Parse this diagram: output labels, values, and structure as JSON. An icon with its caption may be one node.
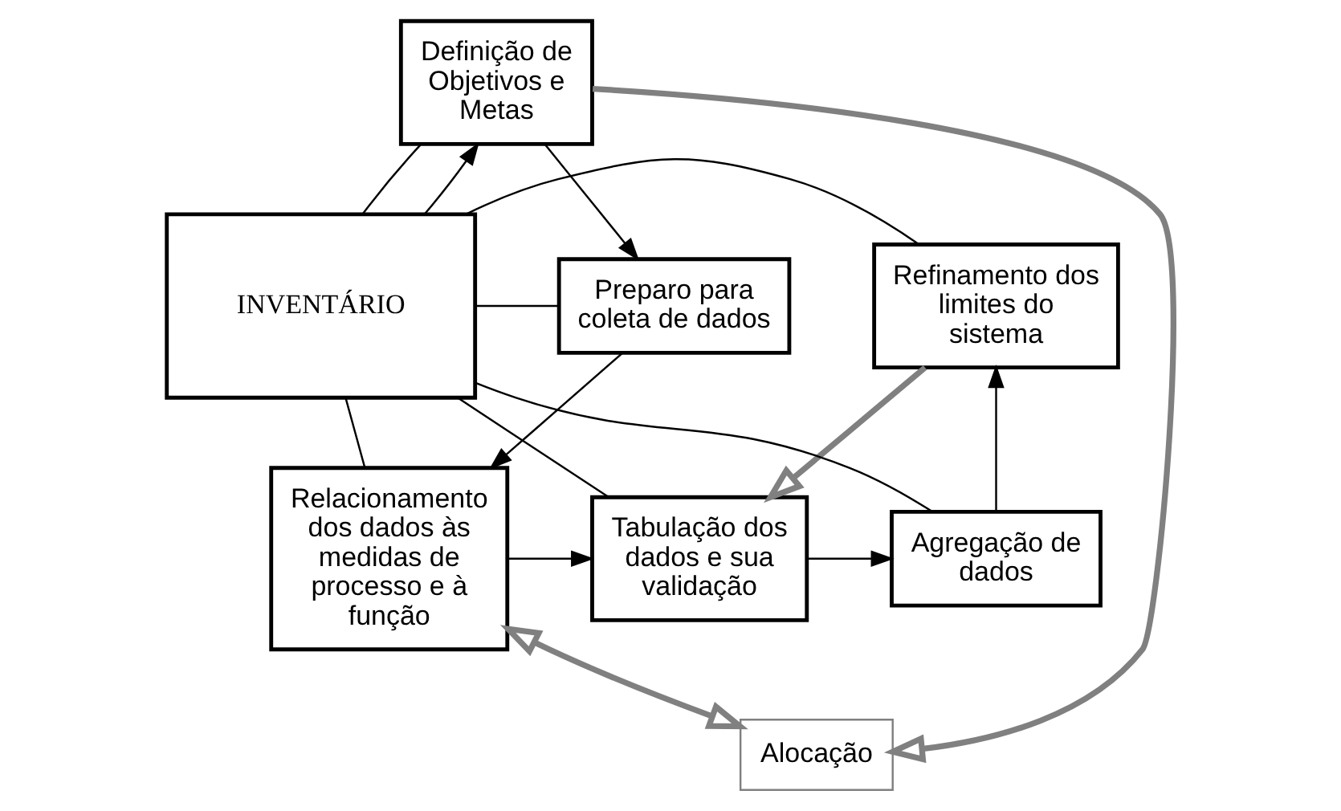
{
  "diagram": {
    "nodes": [
      {
        "text": [
          "Definição de Objetivos e Metas"
        ]
      },
      {
        "text": [
          "Preparo para coleta de dados"
        ]
      },
      {
        "text": [
          "Alocação"
        ]
      },
      {
        "text": [
          "Refinamento dos limites do sistema"
        ]
      },
      {
        "text": [
          "INVENTÁRIO"
        ]
      },
      {
        "text": [
          "Relacionamento dos dados às medidas de processo e à função"
        ]
      },
      {
        "text": [
          "Agregação de dados"
        ]
      },
      {
        "text": [
          "Tabulação dos dados e sua validação"
        ]
      }
    ],
    "edges": [
      {
        "from": 4,
        "to": 0,
        "arrow": "none"
      },
      {
        "from": 4,
        "to": 1,
        "arrow": "none"
      },
      {
        "from": 4,
        "to": 3,
        "arrow": "none"
      },
      {
        "from": 4,
        "to": 5,
        "arrow": "none"
      },
      {
        "from": 4,
        "to": 6,
        "arrow": "none"
      },
      {
        "from": 4,
        "to": 7,
        "arrow": "none"
      },
      {
        "from": 4,
        "to": 0,
        "arrow": "to"
      },
      {
        "from": 0,
        "to": 1,
        "arrow": "to"
      },
      {
        "from": 1,
        "to": 5,
        "arrow": "to"
      },
      {
        "from": 5,
        "to": 7,
        "arrow": "to"
      },
      {
        "from": 7,
        "to": 6,
        "arrow": "to"
      },
      {
        "from": 6,
        "to": 3,
        "arrow": "to"
      },
      {
        "from": 0,
        "to": 2,
        "arrow": "to",
        "style": "thick",
        "color": "#808080"
      },
      {
        "from": 5,
        "to": 2,
        "arrow": "both",
        "style": "thick",
        "color": "#808080"
      },
      {
        "from": 3,
        "to": 7,
        "arrow": "to",
        "style": "thick",
        "color": "#808080"
      }
    ]
  }
}
